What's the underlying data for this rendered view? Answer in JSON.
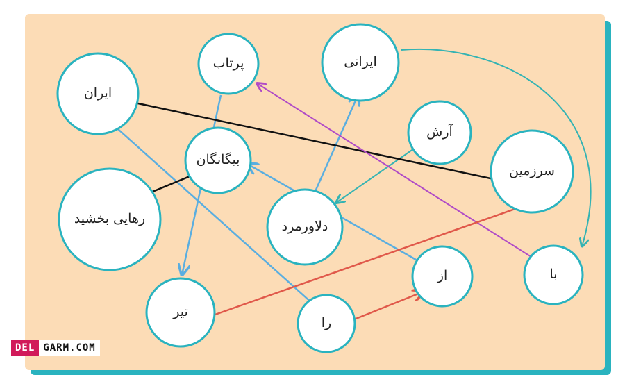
{
  "nodes": {
    "iran": "ایران",
    "partab": "پرتاب",
    "irani": "ایرانی",
    "arash": "آرش",
    "sarzamin": "سرزمین",
    "biganegan": "بیگانگان",
    "rahai": "رهایی بخشید",
    "delavarmard": "دلاورمرد",
    "az": "از",
    "ba": "با",
    "tir": "تیر",
    "ra": "را"
  },
  "watermark": {
    "part1": "DEL",
    "part2": "GARM.COM"
  },
  "colors": {
    "panel": "#fcdcb6",
    "node_border": "#2ab3bf",
    "arrow_blue": "#5aaee0",
    "arrow_teal": "#33b3b3",
    "arrow_black": "#111111",
    "arrow_purple": "#b04bc6",
    "arrow_red": "#e0584a"
  }
}
